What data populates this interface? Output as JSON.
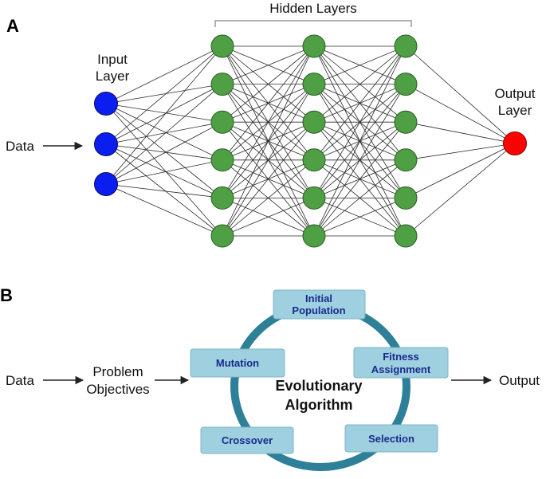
{
  "panel_a": {
    "letter": "A",
    "hidden_label": "Hidden Layers",
    "input_label": [
      "Input",
      "Layer"
    ],
    "output_label": [
      "Output",
      "Layer"
    ],
    "data_label": "Data",
    "colors": {
      "input": "#0b1ef0",
      "hidden": "#4f9f45",
      "output": "#ff0000"
    },
    "layers": [
      {
        "name": "input",
        "nodes": 3
      },
      {
        "name": "hidden-1",
        "nodes": 6
      },
      {
        "name": "hidden-2",
        "nodes": 6
      },
      {
        "name": "hidden-3",
        "nodes": 6
      },
      {
        "name": "output",
        "nodes": 1
      }
    ]
  },
  "panel_b": {
    "letter": "B",
    "data_label": "Data",
    "problem_label": [
      "Problem",
      "Objectives"
    ],
    "center_label": [
      "Evolutionary",
      "Algorithm"
    ],
    "output_label": "Output",
    "box_color": "#9fd0e0",
    "ring_color": "#2e7f98",
    "stages": {
      "initial_population": [
        "Initial",
        "Population"
      ],
      "fitness_assignment": [
        "Fitness",
        "Assignment"
      ],
      "selection": [
        "Selection"
      ],
      "crossover": [
        "Crossover"
      ],
      "mutation": [
        "Mutation"
      ]
    }
  }
}
